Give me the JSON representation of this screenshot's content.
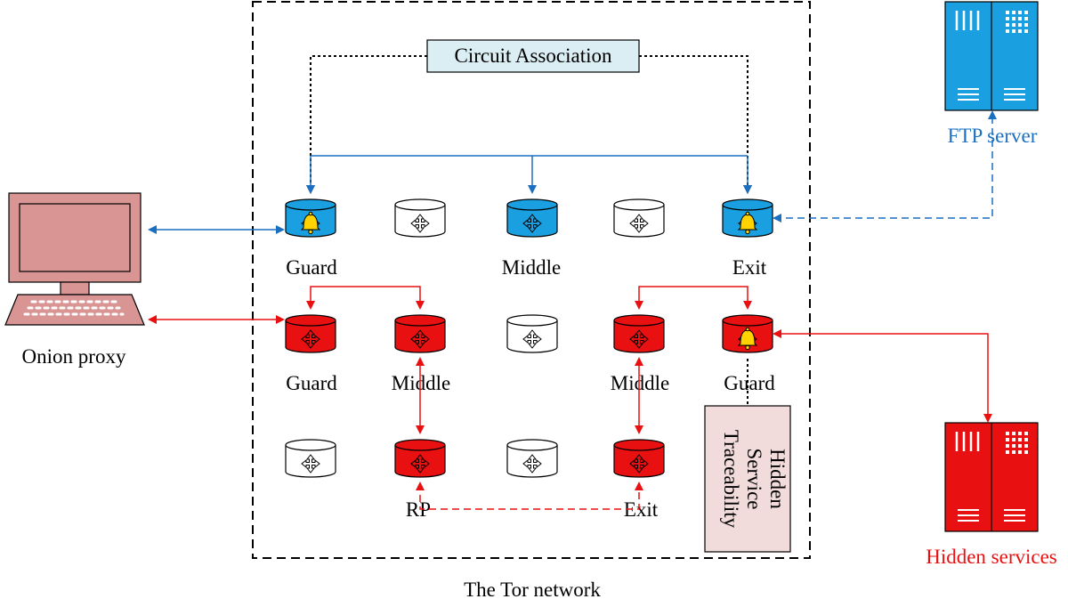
{
  "title": "The Tor network",
  "circuit_association": "Circuit Association",
  "hidden_service_traceability": [
    "Hidden",
    "Service",
    "Traceability"
  ],
  "onion_proxy": {
    "label": "Onion proxy"
  },
  "ftp_server": {
    "label": "FTP server"
  },
  "hidden_services": {
    "label": "Hidden services"
  },
  "client_circuit": {
    "guard": "Guard",
    "middle": "Middle",
    "exit": "Exit"
  },
  "proxy_side": {
    "guard": "Guard",
    "middle": "Middle",
    "rp": "RP"
  },
  "service_side": {
    "middle": "Middle",
    "guard": "Guard",
    "exit": "Exit"
  },
  "colors": {
    "blue": "#1aa0e0",
    "blue_line": "#1a6fc0",
    "red": "#e81010",
    "pink_box": "#f2dcdb",
    "light_blue_box": "#dbeef4",
    "bell": "#ffd200",
    "computer": "#d99594"
  }
}
